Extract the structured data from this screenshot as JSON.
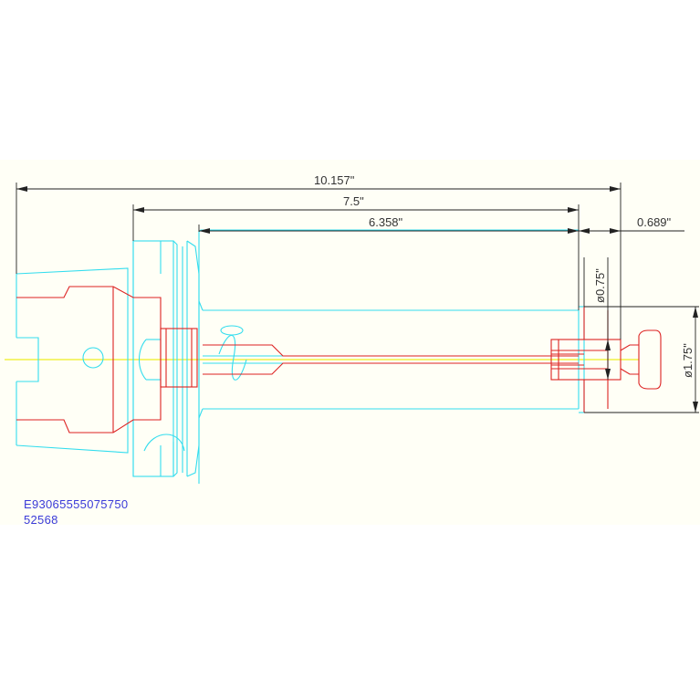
{
  "colors": {
    "background": "#fffff6",
    "body_outline": "#33ddee",
    "component_outline": "#dd2222",
    "centerline": "#eeee22",
    "dimension": "#222222",
    "code_text": "#3a3ad8"
  },
  "dimensions": {
    "overall_length": "10.157\"",
    "gauge_length": "7.5\"",
    "nose_length": "6.358\"",
    "collet_length": "0.689\"",
    "collet_diameter": "ø0.75\"",
    "nose_diameter": "ø1.75\""
  },
  "part": {
    "code": "E93065555075750",
    "number": "52568"
  }
}
